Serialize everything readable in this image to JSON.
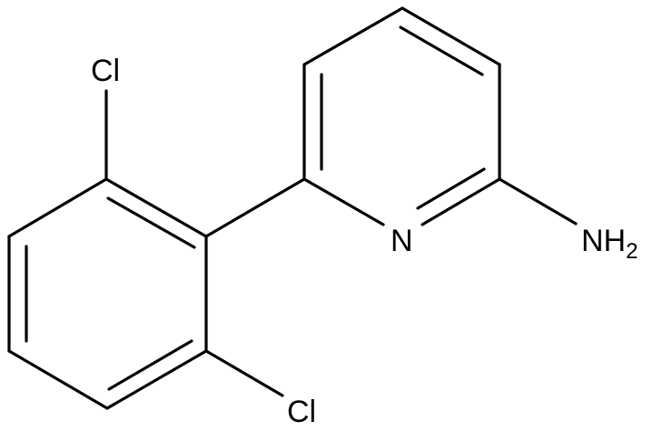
{
  "molecule": {
    "atoms": {
      "cl_top": "Cl",
      "cl_bottom": "Cl",
      "n_ring": "N",
      "nh2_main": "NH",
      "nh2_sub": "2"
    },
    "colors": {
      "bond": "#000000",
      "label": "#000000",
      "background": "#ffffff"
    }
  }
}
